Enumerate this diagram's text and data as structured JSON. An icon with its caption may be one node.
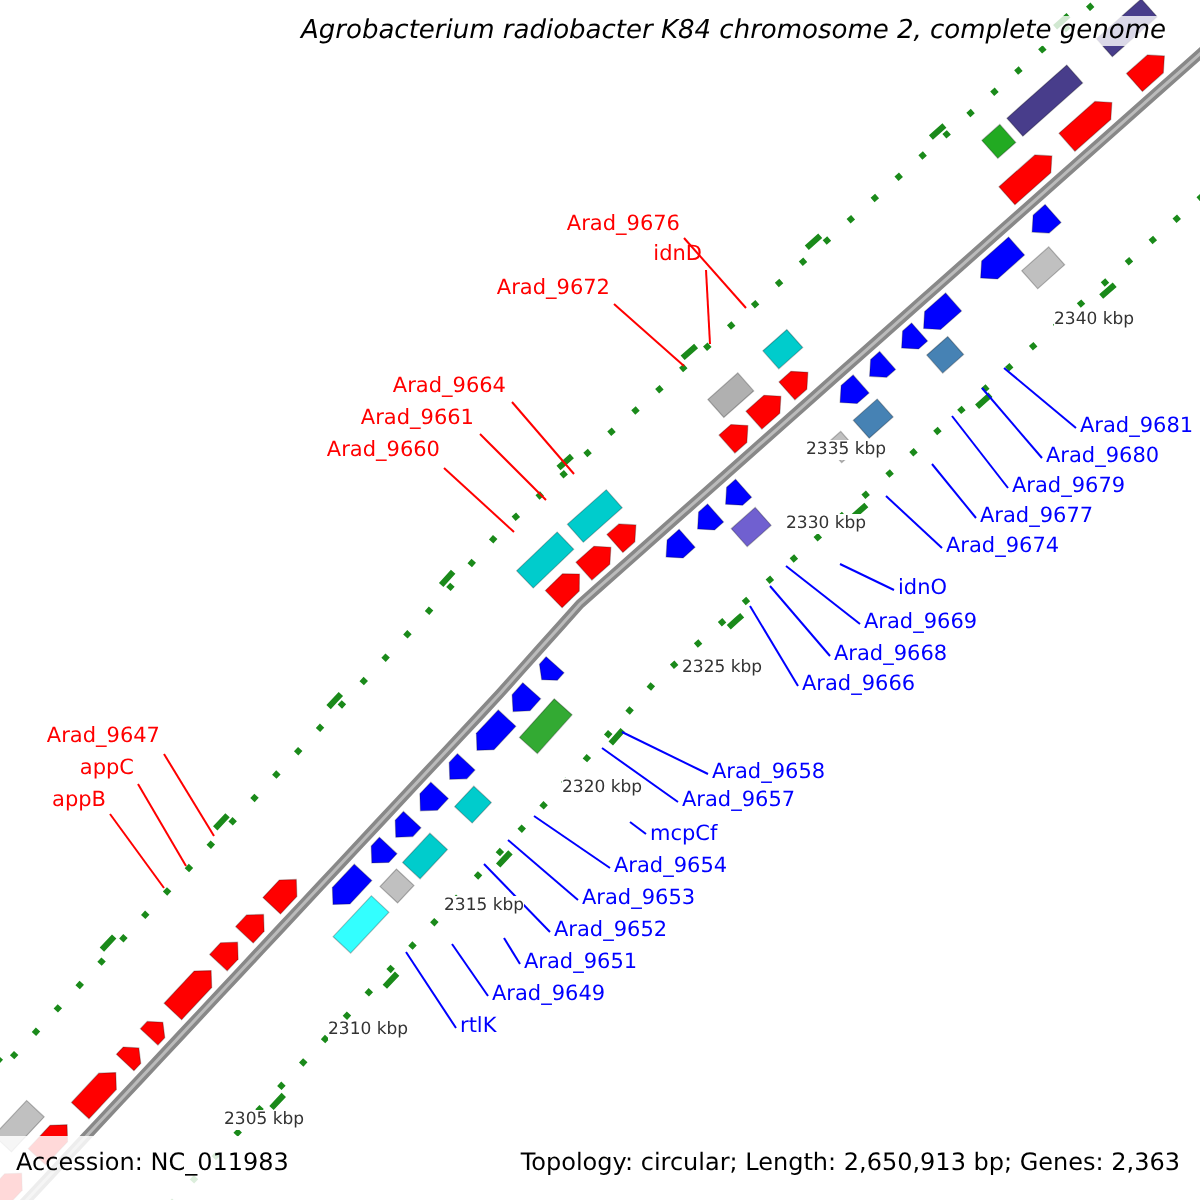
{
  "diagram": {
    "title": "Agrobacterium radiobacter K84 chromosome 2, complete genome",
    "nodes": [
      {
        "text": [
          "Arad_9676"
        ]
      },
      {
        "text": [
          "idnD"
        ]
      },
      {
        "text": [
          "Arad_9672"
        ]
      },
      {
        "text": [
          "Arad_9664"
        ]
      },
      {
        "text": [
          "Arad_9661"
        ]
      },
      {
        "text": [
          "Arad_9660"
        ]
      },
      {
        "text": [
          "Arad_9681"
        ]
      },
      {
        "text": [
          "Arad_9680"
        ]
      },
      {
        "text": [
          "Arad_9679"
        ]
      },
      {
        "text": [
          "Arad_9677"
        ]
      },
      {
        "text": [
          "Arad_9674"
        ]
      },
      {
        "text": [
          "idnO"
        ]
      },
      {
        "text": [
          "Arad_9669"
        ]
      },
      {
        "text": [
          "Arad_9668"
        ]
      },
      {
        "text": [
          "Arad_9666"
        ]
      },
      {
        "text": [
          "Arad_9647"
        ]
      },
      {
        "text": [
          "appC"
        ]
      },
      {
        "text": [
          "appB"
        ]
      },
      {
        "text": [
          "Arad_9658"
        ]
      },
      {
        "text": [
          "Arad_9657"
        ]
      },
      {
        "text": [
          "mcpCf"
        ]
      },
      {
        "text": [
          "Arad_9654"
        ]
      },
      {
        "text": [
          "Arad_9653"
        ]
      },
      {
        "text": [
          "Arad_9652"
        ]
      },
      {
        "text": [
          "Arad_9651"
        ]
      },
      {
        "text": [
          "Arad_9649"
        ]
      },
      {
        "text": [
          "rtlK"
        ]
      }
    ],
    "edges": [
      {
        "from": 0,
        "to": null,
        "arrow": "none",
        "color": "#ff0000"
      },
      {
        "from": 1,
        "to": null,
        "arrow": "none",
        "color": "#ff0000"
      },
      {
        "from": 2,
        "to": null,
        "arrow": "none",
        "color": "#ff0000"
      },
      {
        "from": 3,
        "to": null,
        "arrow": "none",
        "color": "#ff0000"
      },
      {
        "from": 4,
        "to": null,
        "arrow": "none",
        "color": "#ff0000"
      },
      {
        "from": 5,
        "to": null,
        "arrow": "none",
        "color": "#ff0000"
      },
      {
        "from": 6,
        "to": null,
        "arrow": "none"
      },
      {
        "from": 7,
        "to": null,
        "arrow": "none"
      },
      {
        "from": 8,
        "to": null,
        "arrow": "none"
      },
      {
        "from": 9,
        "to": null,
        "arrow": "none"
      },
      {
        "from": 10,
        "to": null,
        "arrow": "none"
      },
      {
        "from": 11,
        "to": null,
        "arrow": "none"
      },
      {
        "from": 12,
        "to": null,
        "arrow": "none"
      },
      {
        "from": 13,
        "to": null,
        "arrow": "none"
      },
      {
        "from": 14,
        "to": null,
        "arrow": "none"
      },
      {
        "from": 15,
        "to": null,
        "arrow": "none",
        "color": "#ff0000"
      },
      {
        "from": 16,
        "to": null,
        "arrow": "none",
        "color": "#ff0000"
      },
      {
        "from": 17,
        "to": null,
        "arrow": "none",
        "color": "#ff0000"
      },
      {
        "from": 18,
        "to": null,
        "arrow": "none"
      },
      {
        "from": 19,
        "to": null,
        "arrow": "none"
      },
      {
        "from": 20,
        "to": null,
        "arrow": "none"
      },
      {
        "from": 21,
        "to": null,
        "arrow": "none"
      },
      {
        "from": 22,
        "to": null,
        "arrow": "none"
      },
      {
        "from": 23,
        "to": null,
        "arrow": "none"
      },
      {
        "from": 24,
        "to": null,
        "arrow": "none"
      },
      {
        "from": 25,
        "to": null,
        "arrow": "none"
      },
      {
        "from": 26,
        "to": null,
        "arrow": "none"
      }
    ],
    "labels": [
      "2340 kbp",
      "2335 kbp",
      "2330 kbp",
      "2325 kbp",
      "2320 kbp",
      "2315 kbp",
      "2310 kbp",
      "2305 kbp",
      "Accession: NC_011983",
      "Topology: circular; Length: 2,650,913 bp; Genes: 2,363"
    ]
  }
}
